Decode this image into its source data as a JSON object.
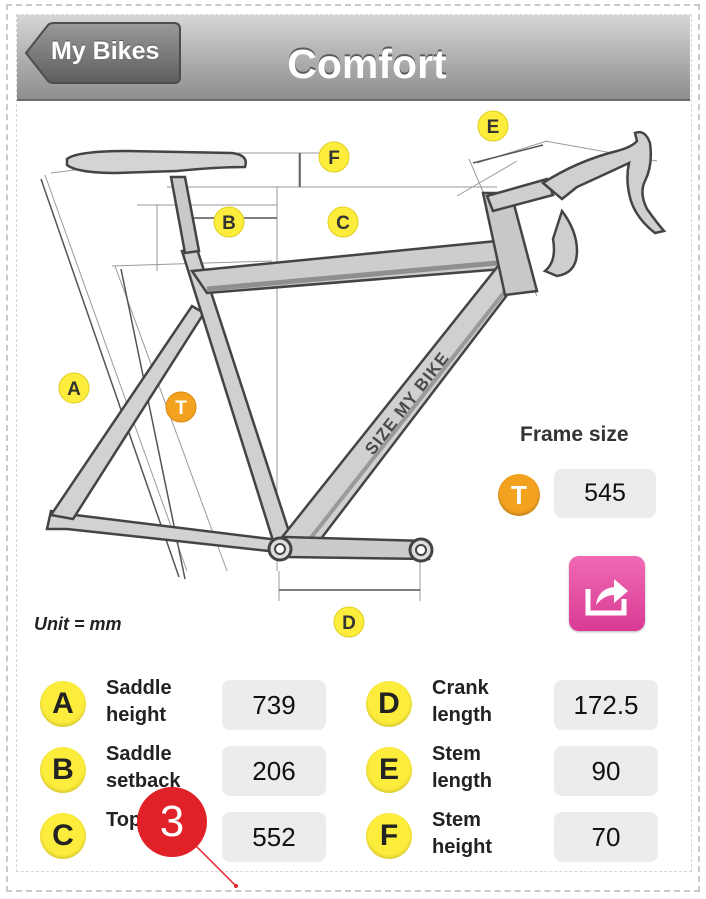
{
  "header": {
    "back_label": "My Bikes",
    "title": "Comfort"
  },
  "diagram": {
    "brand_text": "SIZE MY BIKE",
    "markers": [
      "A",
      "B",
      "C",
      "D",
      "E",
      "F",
      "T"
    ]
  },
  "frame_size": {
    "label": "Frame size",
    "badge": "T",
    "value": "545"
  },
  "unit": "Unit = mm",
  "measurements": [
    {
      "letter": "A",
      "label": "Saddle height",
      "value": "739"
    },
    {
      "letter": "B",
      "label": "Saddle setback",
      "value": "206"
    },
    {
      "letter": "C",
      "label": "Top tube",
      "value": "552"
    },
    {
      "letter": "D",
      "label": "Crank length",
      "value": "172.5"
    },
    {
      "letter": "E",
      "label": "Stem length",
      "value": "90"
    },
    {
      "letter": "F",
      "label": "Stem height",
      "value": "70"
    }
  ],
  "annotation": {
    "number": "3"
  },
  "colors": {
    "marker_yellow": "#fcec3c",
    "marker_orange": "#f3a21f",
    "share_pink": "#e04c9e",
    "annotation_red": "#e02128"
  }
}
